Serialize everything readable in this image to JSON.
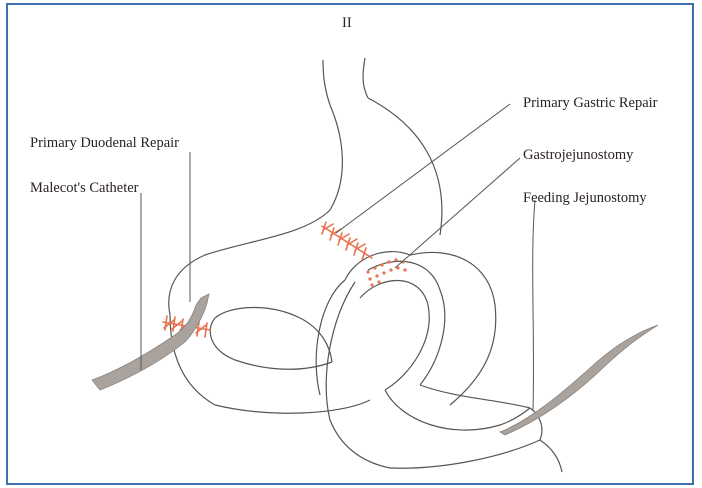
{
  "panel_label": "II",
  "labels": {
    "primary_gastric_repair": "Primary Gastric Repair",
    "primary_duodenal_repair": "Primary Duodenal Repair",
    "gastrojejunostomy": "Gastrojejunostomy",
    "malecots_catheter": "Malecot's Catheter",
    "feeding_jejunostomy": "Feeding Jejunostomy"
  },
  "colors": {
    "frame": "#3f6fb3",
    "outline": "#555555",
    "suture": "#e8734f",
    "catheter": "#aaa39d",
    "text": "#2a2320"
  }
}
